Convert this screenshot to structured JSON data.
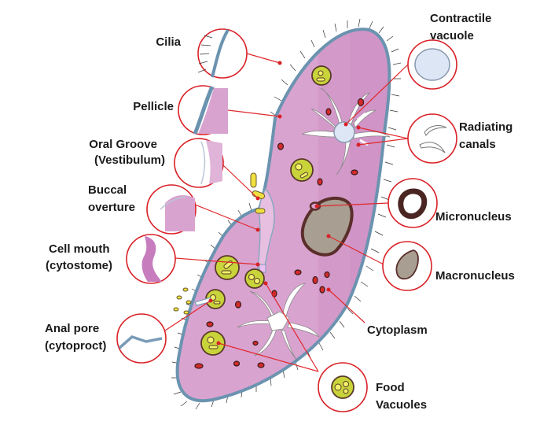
{
  "labels": {
    "cilia": "Cilia",
    "pellicle": "Pellicle",
    "oral_groove_1": "Oral Groove",
    "oral_groove_2": "(Vestibulum)",
    "buccal_1": "Buccal",
    "buccal_2": "overture",
    "cell_mouth_1": "Cell mouth",
    "cell_mouth_2": "(cytostome)",
    "anal_pore_1": "Anal pore",
    "anal_pore_2": "(cytoproct)",
    "contractile_1": "Contractile",
    "contractile_2": "vacuole",
    "radiating_1": "Radiating",
    "radiating_2": "canals",
    "micronucleus": "Micronucleus",
    "macronucleus": "Macronucleus",
    "cytoplasm": "Cytoplasm",
    "food_1": "Food",
    "food_2": "Vacuoles"
  },
  "colors": {
    "body_fill": "#d9a3d0",
    "body_dark": "#c98bc0",
    "pellicle_stroke": "#6b93b0",
    "leader_line": "#e0282b",
    "circle_stroke": "#d92026",
    "food_vacuole": "#c8d43a",
    "macronucleus": "#a89e92",
    "micronucleus": "#5a2e2a",
    "contractile": "#dde6f5"
  }
}
